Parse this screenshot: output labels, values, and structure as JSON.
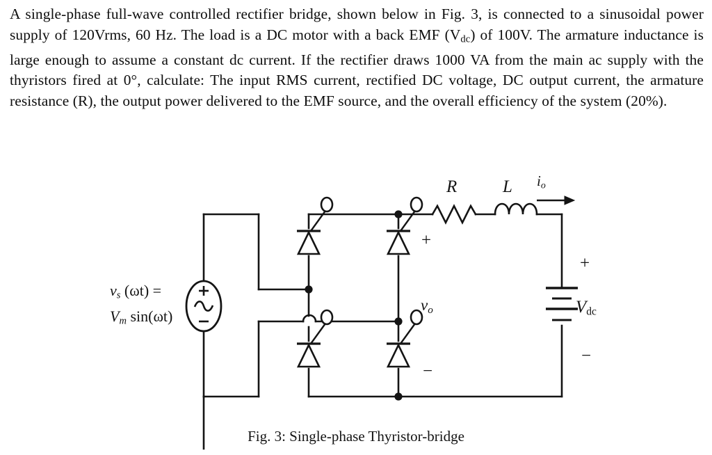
{
  "problem": {
    "text_parts": [
      "A single-phase full-wave controlled rectifier bridge, shown below in Fig. 3, is connected to a sinusoidal power supply of 120Vrms, 60 Hz. The load is a DC motor with a back EMF (V",
      "dc",
      ") of 100V. The armature inductance is large enough to assume a constant dc current. If the rectifier draws 1000 VA from the main ac supply with the thyristors fired at 0°, calculate: The input RMS current, rectified DC voltage, DC output current, the armature resistance (R), the output power delivered to the EMF source, and the overall efficiency of the system (20%)."
    ],
    "full_text": "A single-phase full-wave controlled rectifier bridge, shown below in Fig. 3, is connected to a sinusoidal power supply of 120Vrms, 60 Hz. The load is a DC motor with a back EMF (Vdc) of 100V. The armature inductance is large enough to assume a constant dc current. If the rectifier draws 1000 VA from the main ac supply with the thyristors fired at 0°, calculate: The input RMS current, rectified DC voltage, DC output current, the armature resistance (R), the output power delivered to the EMF source, and the overall efficiency of the system (20%)."
  },
  "figure": {
    "caption": "Fig. 3: Single-phase Thyristor-bridge",
    "source_label": {
      "line1_var": "v",
      "line1_sub": "s",
      "line1_rest": " (ωt) =",
      "line2_var": "V",
      "line2_sub": "m",
      "line2_rest": " sin(ωt)"
    },
    "labels": {
      "resistor": "R",
      "inductor": "L",
      "output_current_var": "i",
      "output_current_sub": "o",
      "output_voltage_var": "v",
      "output_voltage_sub": "o",
      "battery_var": "V",
      "battery_sub": "dc",
      "plus_output": "+",
      "minus_output": "−",
      "plus_battery": "+",
      "minus_battery": "−",
      "source_plus": "+",
      "source_minus": "−",
      "source_wave": "∿"
    },
    "components": [
      {
        "name": "thyristor-top-left",
        "type": "thyristor"
      },
      {
        "name": "thyristor-top-right",
        "type": "thyristor"
      },
      {
        "name": "thyristor-bottom-left",
        "type": "thyristor"
      },
      {
        "name": "thyristor-bottom-right",
        "type": "thyristor"
      },
      {
        "name": "ac-source",
        "type": "ac-voltage-source"
      },
      {
        "name": "resistor",
        "type": "resistor"
      },
      {
        "name": "inductor",
        "type": "inductor"
      },
      {
        "name": "battery",
        "type": "dc-source"
      }
    ]
  },
  "colors": {
    "ink": "#141414",
    "page": "#ffffff"
  }
}
